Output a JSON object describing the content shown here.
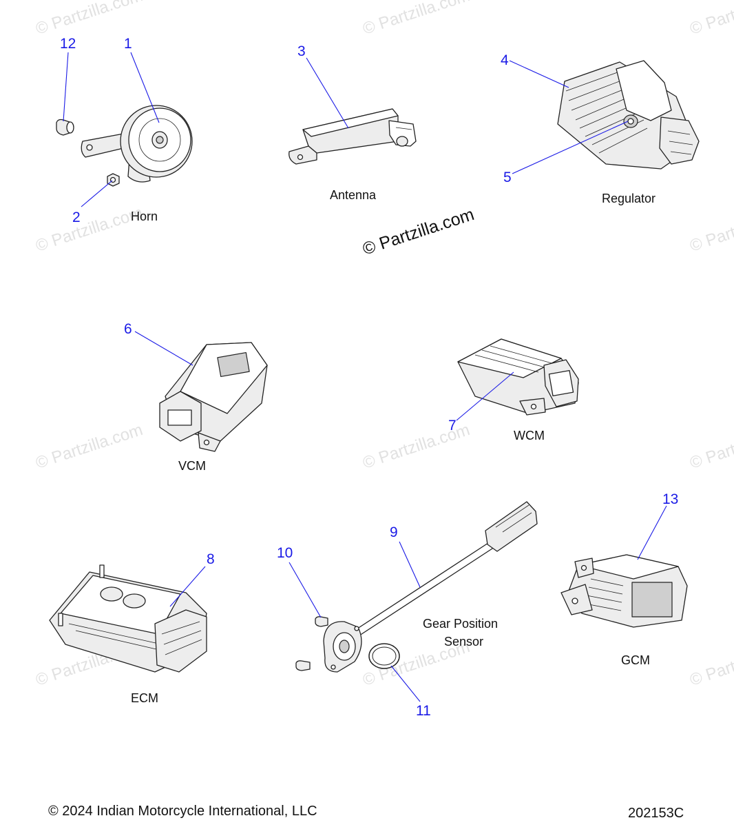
{
  "watermark": "© Partzilla.com",
  "watermark_main": "© Partzilla.com",
  "parts": {
    "horn": {
      "label": "Horn",
      "callouts": [
        "1",
        "2",
        "12"
      ]
    },
    "antenna": {
      "label": "Antenna",
      "callouts": [
        "3"
      ]
    },
    "regulator": {
      "label": "Regulator",
      "callouts": [
        "4",
        "5"
      ]
    },
    "vcm": {
      "label": "VCM",
      "callouts": [
        "6"
      ]
    },
    "wcm": {
      "label": "WCM",
      "callouts": [
        "7"
      ]
    },
    "ecm": {
      "label": "ECM",
      "callouts": [
        "8"
      ]
    },
    "gear_position_sensor": {
      "label_line1": "Gear Position",
      "label_line2": "Sensor",
      "callouts": [
        "9",
        "10",
        "11"
      ]
    },
    "gcm": {
      "label": "GCM",
      "callouts": [
        "13"
      ]
    }
  },
  "footer": {
    "copyright": "© 2024 Indian Motorcycle International, LLC",
    "diagram_id": "202153C"
  },
  "colors": {
    "callout": "#1a1ae6",
    "text": "#111111",
    "watermark": "#c9c9c9"
  }
}
